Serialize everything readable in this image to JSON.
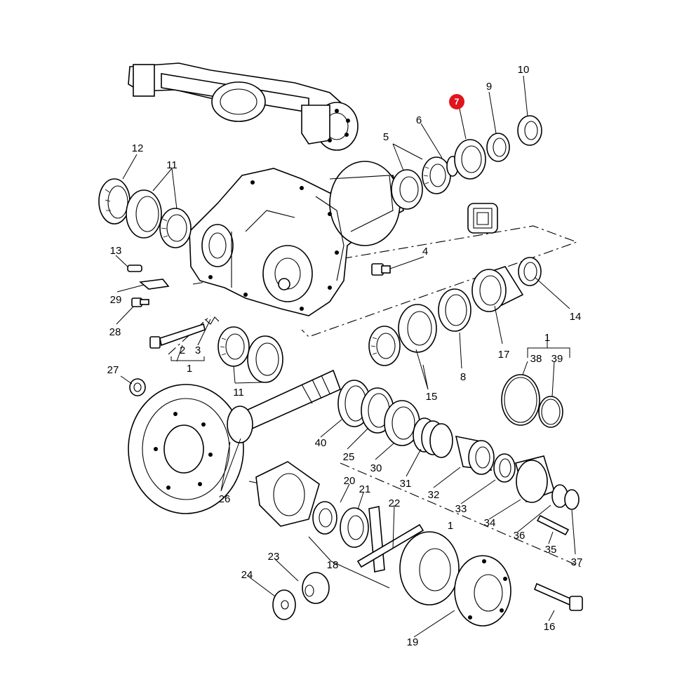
{
  "diagram": {
    "highlight_color": "#e0141e",
    "selected_part": "7",
    "labels": {
      "p1a": "1",
      "p1b": "1",
      "p1c": "1",
      "p2": "2",
      "p3": "3",
      "p4": "4",
      "p5": "5",
      "p6": "6",
      "p7": "7",
      "p8": "8",
      "p9": "9",
      "p10": "10",
      "p11a": "11",
      "p11b": "11",
      "p12": "12",
      "p13": "13",
      "p14": "14",
      "p15": "15",
      "p16": "16",
      "p17": "17",
      "p18": "18",
      "p19": "19",
      "p20": "20",
      "p21": "21",
      "p22": "22",
      "p23": "23",
      "p24": "24",
      "p25": "25",
      "p26": "26",
      "p27": "27",
      "p28": "28",
      "p29": "29",
      "p30": "30",
      "p31": "31",
      "p32": "32",
      "p33": "33",
      "p34": "34",
      "p35": "35",
      "p36": "36",
      "p37": "37",
      "p38": "38",
      "p39": "39",
      "p40": "40"
    }
  }
}
